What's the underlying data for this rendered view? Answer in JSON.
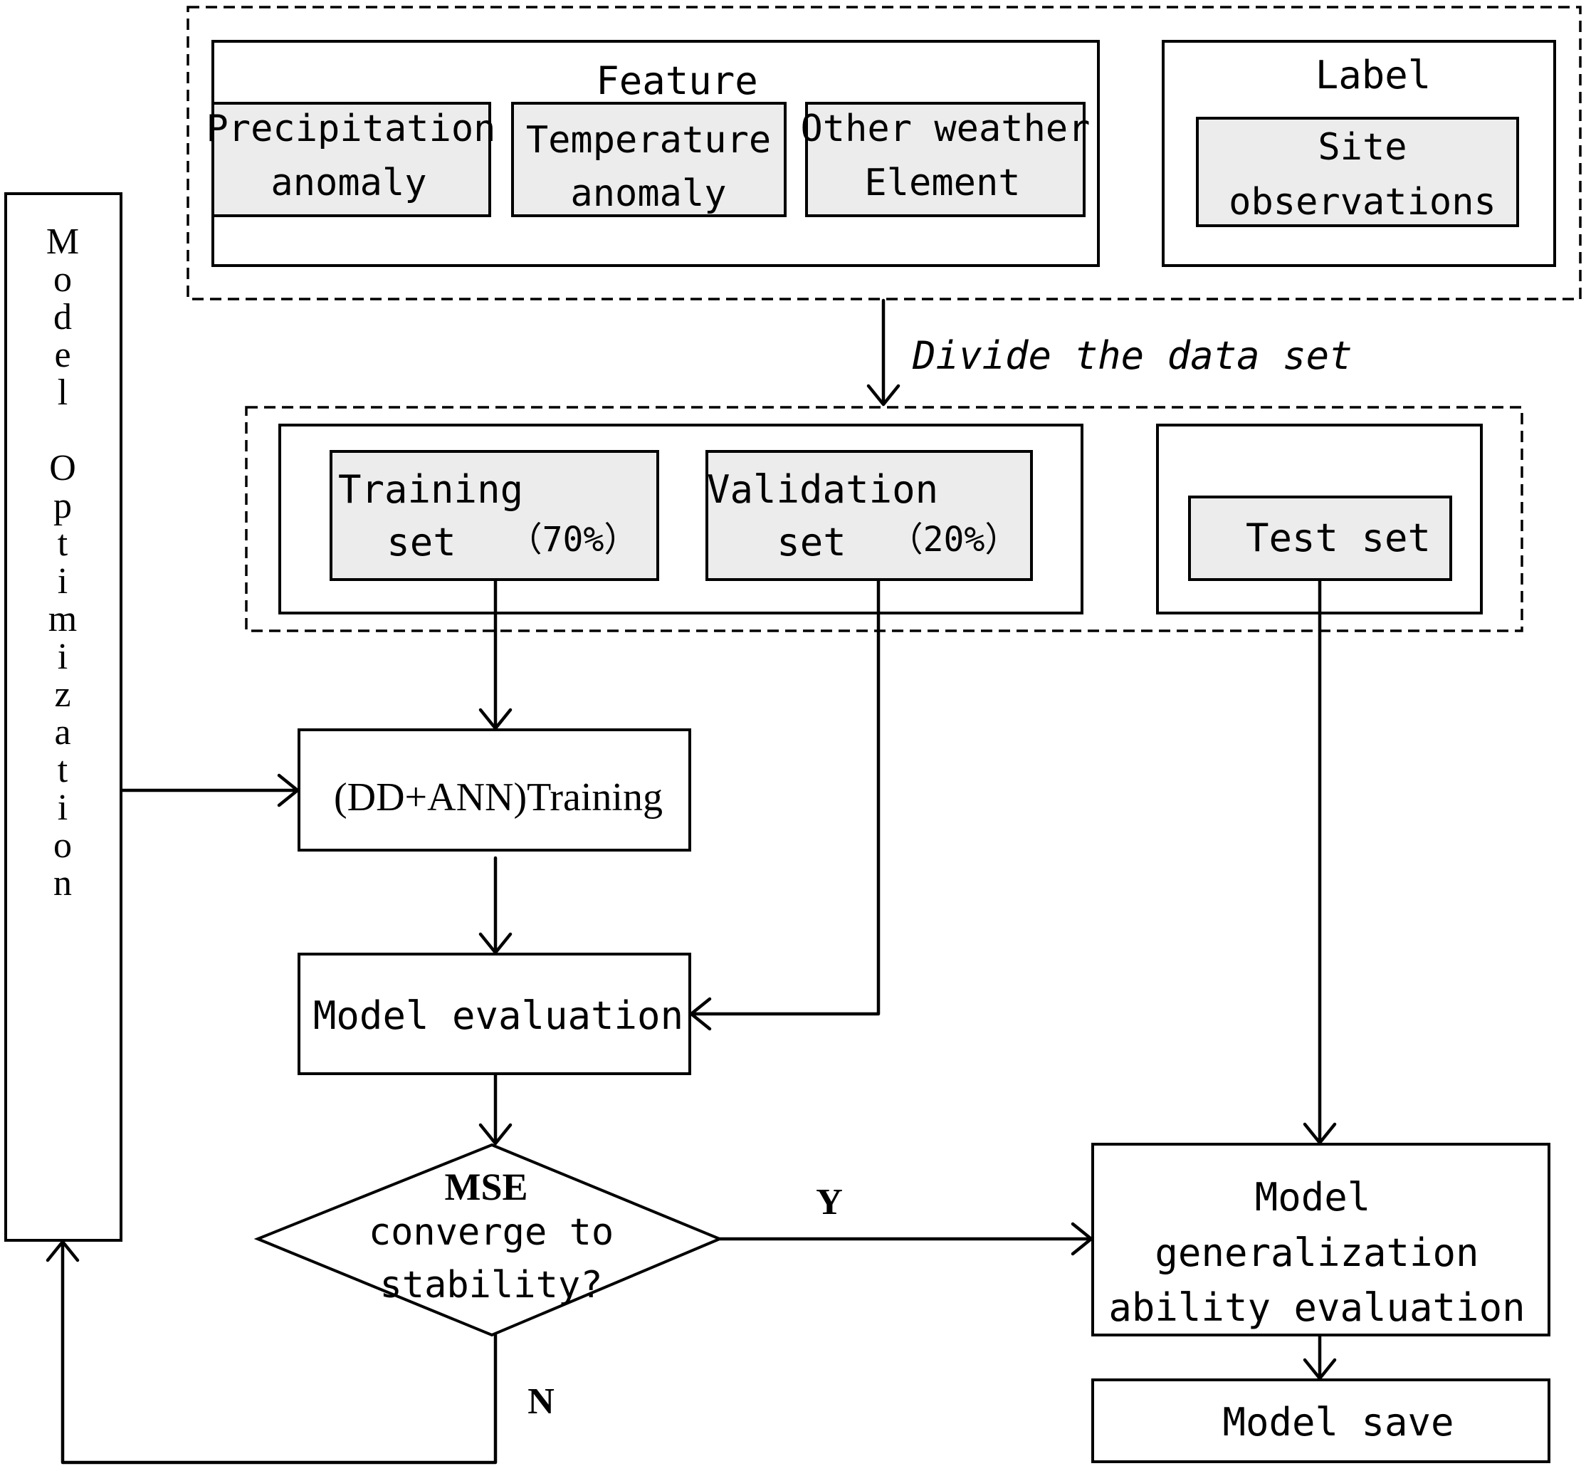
{
  "feature": {
    "title": "Feature",
    "precipitation": [
      "Precipitation",
      "anomaly"
    ],
    "temperature": [
      "Temperature",
      "anomaly"
    ],
    "other": [
      "Other weather",
      "Element"
    ]
  },
  "label": {
    "title": "Label",
    "site": [
      "Site",
      "observations"
    ]
  },
  "divide_label": "Divide the data set",
  "datasets": {
    "training": [
      "Training",
      "set",
      "（70%）"
    ],
    "validation": [
      "Validation",
      "set",
      "（20%）"
    ],
    "test": "Test set"
  },
  "side_label": "Model Optimization",
  "training_step": "(DD+ANN)Training",
  "evaluation_step": "Model evaluation",
  "decision": [
    "MSE",
    "converge to",
    "stability?"
  ],
  "yes_label": "Y",
  "no_label": "N",
  "generalization": [
    "Model",
    "generalization",
    "ability evaluation"
  ],
  "save_step": "Model save"
}
